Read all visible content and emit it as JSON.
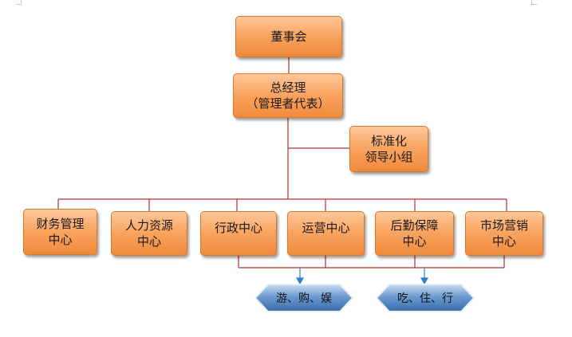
{
  "board": {
    "label": "董事会"
  },
  "general_manager": {
    "line1": "总经理",
    "line2": "（管理者代表）"
  },
  "standardization_group": {
    "line1": "标准化",
    "line2": "领导小组"
  },
  "departments": [
    {
      "line1": "财务管理",
      "line2": "中心"
    },
    {
      "line1": "人力资源",
      "line2": "中心"
    },
    {
      "line1": "行政中心",
      "line2": ""
    },
    {
      "line1": "运营中心",
      "line2": ""
    },
    {
      "line1": "后勤保障",
      "line2": "中心"
    },
    {
      "line1": "市场营销",
      "line2": "中心"
    }
  ],
  "service_groups": [
    {
      "label": "游、购、娱"
    },
    {
      "label": "吃、住、行"
    }
  ],
  "colors": {
    "box_fill": "#f9a460",
    "connector": "#b03030",
    "arrow": "#2f7fc9",
    "hex_fill": "#4a78b4"
  }
}
